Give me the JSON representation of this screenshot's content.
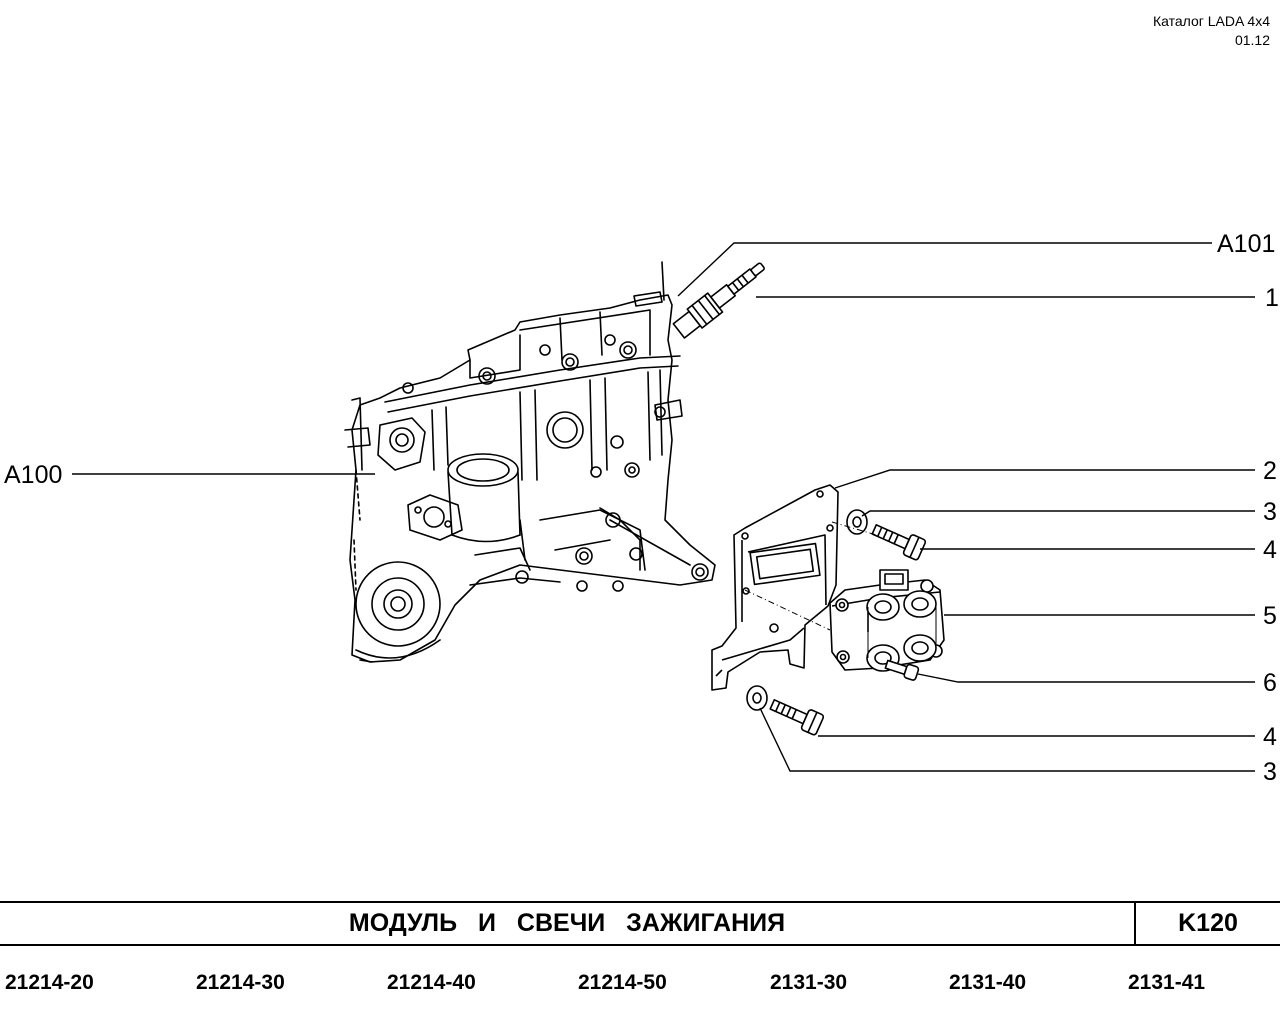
{
  "header": {
    "catalog": "Каталог  LADA  4x4",
    "date": "01.12"
  },
  "callouts": {
    "a101": "A101",
    "a100": "A100",
    "p1": "1",
    "p2": "2",
    "p3a": "3",
    "p4a": "4",
    "p5": "5",
    "p6": "6",
    "p4b": "4",
    "p3b": "3"
  },
  "footer": {
    "title": "МОДУЛЬ  И  СВЕЧИ  ЗАЖИГАНИЯ",
    "code": "K120",
    "models": [
      "21214-20",
      "21214-30",
      "21214-40",
      "21214-50",
      "2131-30",
      "2131-40",
      "2131-41"
    ]
  }
}
